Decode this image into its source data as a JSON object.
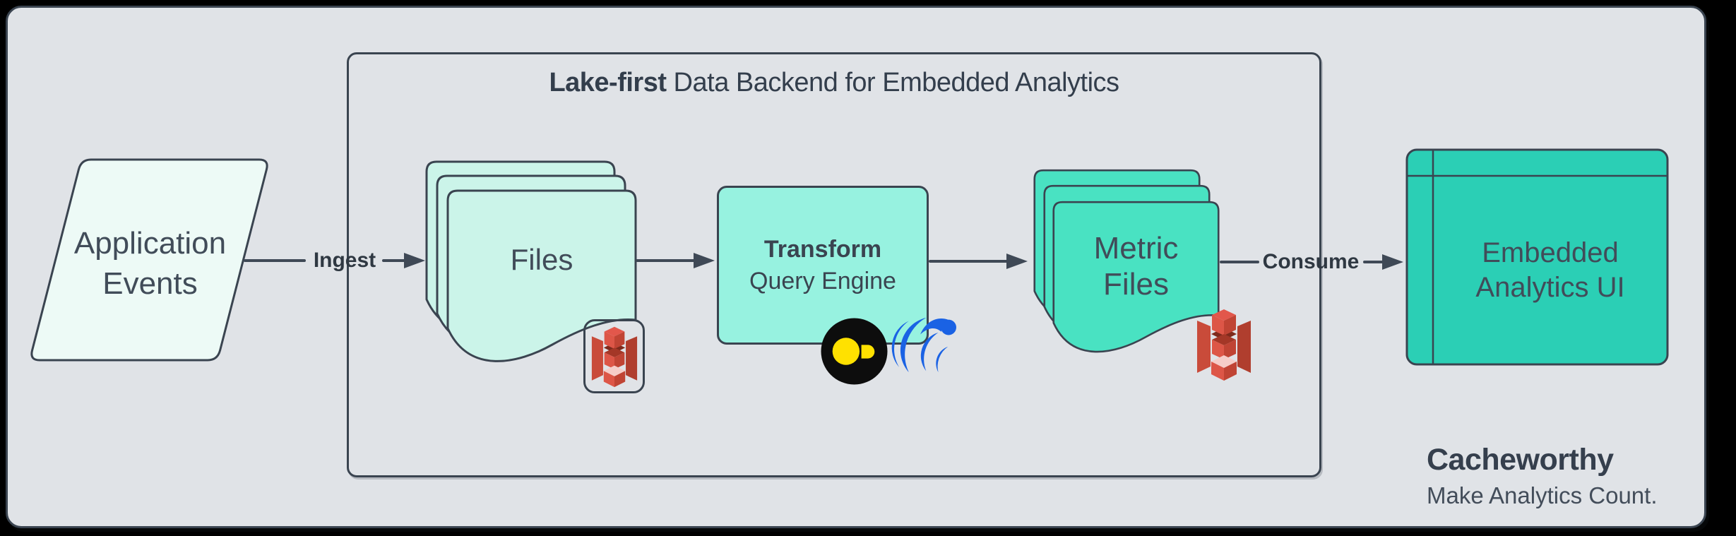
{
  "colors": {
    "outer_bg": "#000000",
    "canvas_bg": "#e0e3e7",
    "stroke": "#3a4450",
    "edge": "#3f4956",
    "title_text": "#333e4c",
    "node_text": "#414c59",
    "app_events_fill": "#edfaf6",
    "files_fill": "#cbf4e9",
    "transform_fill": "#97f2e0",
    "metric_fill": "#49e2c2",
    "ui_fill": "#2bcfb5",
    "s3_red": "#dd5647",
    "duckdb_black": "#0d0d0d",
    "duckdb_yellow": "#ffe100",
    "wave_blue": "#1a62e4"
  },
  "container": {
    "title_bold": "Lake-first",
    "title_rest": " Data Backend for Embedded Analytics"
  },
  "nodes": {
    "application_events": {
      "line1": "Application",
      "line2": "Events"
    },
    "files": {
      "label": "Files"
    },
    "transform": {
      "line1": "Transform",
      "line2": "Query Engine"
    },
    "metric_files": {
      "line1": "Metric",
      "line2": "Files"
    },
    "embedded_ui": {
      "line1": "Embedded",
      "line2": "Analytics UI"
    }
  },
  "edges": {
    "ingest": "Ingest",
    "consume": "Consume"
  },
  "icons": {
    "s3": "aws-s3-bucket",
    "duckdb": "duckdb-duck",
    "wave": "blue-wave-logo"
  },
  "branding": {
    "name": "Cacheworthy",
    "tagline": "Make Analytics Count."
  }
}
